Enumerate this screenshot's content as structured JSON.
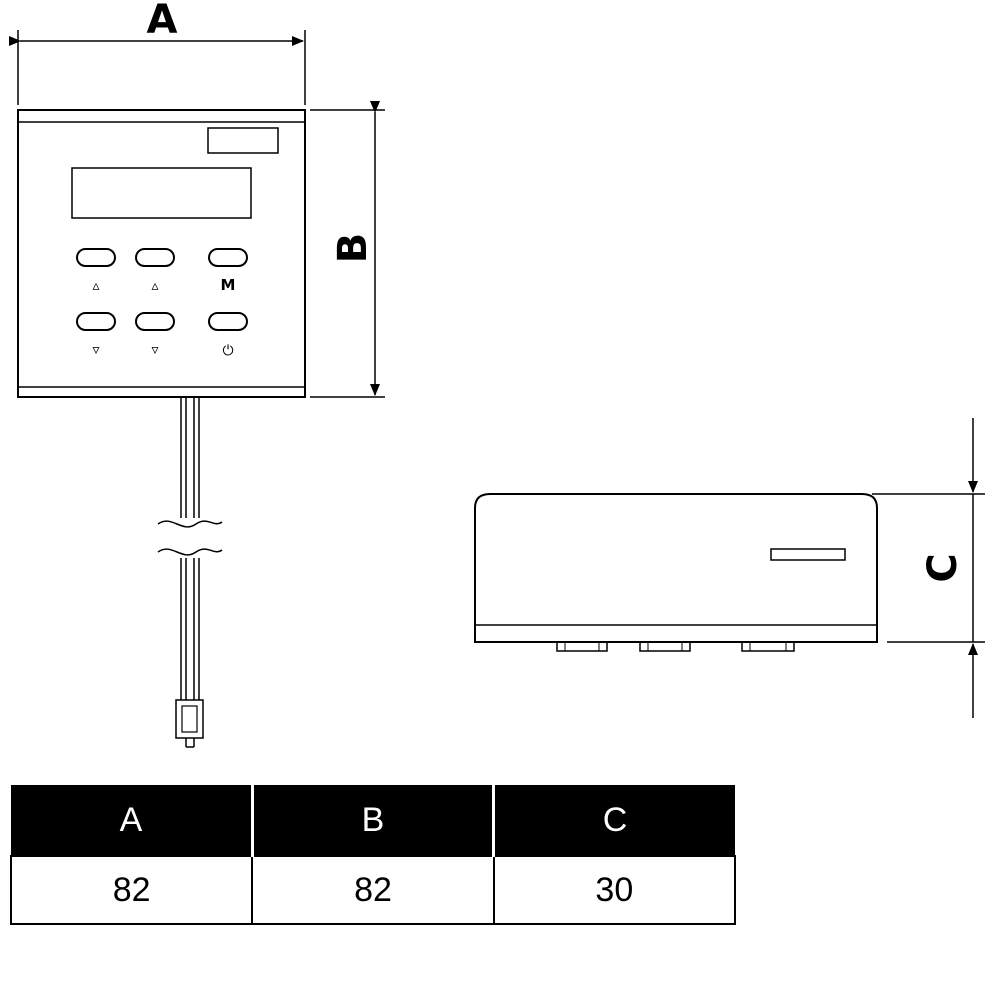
{
  "dimension_labels": {
    "a": "A",
    "b": "B",
    "c": "C"
  },
  "keypad": {
    "up_left": "▵",
    "up_mid": "▵",
    "mode": "M",
    "down_left": "▿",
    "down_mid": "▿",
    "power": "⏻"
  },
  "table": {
    "headers": [
      "A",
      "B",
      "C"
    ],
    "values": [
      "82",
      "82",
      "30"
    ]
  }
}
